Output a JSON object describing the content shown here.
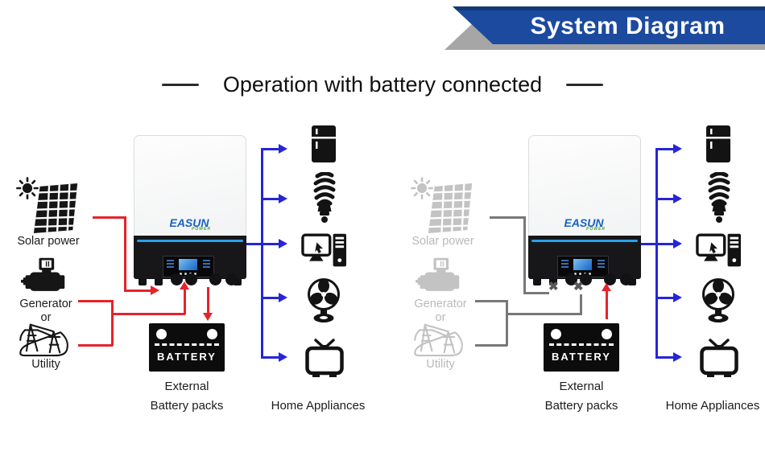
{
  "banner": {
    "title": "System Diagram",
    "bg_color": "#1b4a9e",
    "top_strip_color": "#123a78",
    "shadow_color": "#a6a6a6"
  },
  "heading": {
    "title": "Operation with battery connected"
  },
  "colors": {
    "source_line_active": "#e5232b",
    "source_line_inactive": "#787878",
    "load_line_blue": "#2525d9",
    "inactive_icon_gray": "#c3c3c3",
    "active_icon_black": "#161616",
    "disconnect_x": "#585858",
    "inverter_stripe_blue": "#2b9fe8",
    "logo_blue": "#1661c4",
    "logo_green": "#43a82e"
  },
  "appliance_icons": [
    "refrigerator-icon",
    "cfl-bulb-icon",
    "computer-icon",
    "fan-icon",
    "tv-icon"
  ],
  "diagrams": {
    "left": {
      "solar_label": "Solar power",
      "generator_label": "Generator",
      "or_label": "or",
      "utility_label": "Utility",
      "inverter_brand": "EASUN",
      "inverter_brand_sub": "POWER",
      "battery_label": "BATTERY",
      "battery_caption_1": "External",
      "battery_caption_2": "Battery packs",
      "appliances_label": "Home Appliances"
    },
    "right": {
      "solar_label": "Solar power",
      "generator_label": "Generator",
      "or_label": "or",
      "utility_label": "Utility",
      "inverter_brand": "EASUN",
      "inverter_brand_sub": "POWER",
      "battery_label": "BATTERY",
      "battery_caption_1": "External",
      "battery_caption_2": "Battery packs",
      "appliances_label": "Home Appliances",
      "disconnect_symbol": "✖"
    }
  }
}
